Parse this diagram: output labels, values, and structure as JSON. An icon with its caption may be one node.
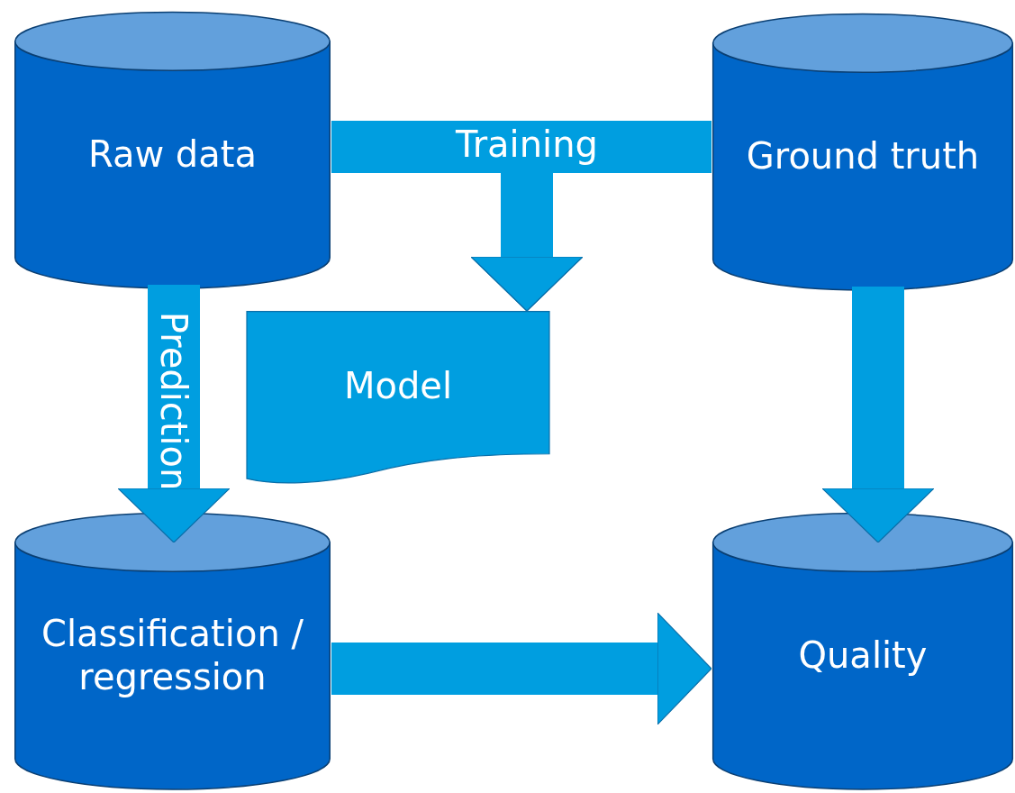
{
  "diagram": {
    "nodes": [
      {
        "text": [
          "Raw data"
        ]
      },
      {
        "text": [
          "Ground truth"
        ]
      },
      {
        "text": [
          "Model"
        ]
      },
      {
        "text": [
          "Classification / regression"
        ]
      },
      {
        "text": [
          "Quality"
        ]
      }
    ],
    "edges": [
      {
        "from": 0,
        "to": 2,
        "arrow": "to",
        "label": "Training"
      },
      {
        "from": 1,
        "to": 2,
        "arrow": "to"
      },
      {
        "from": 0,
        "to": 3,
        "arrow": "to",
        "label": "Prediction"
      },
      {
        "from": 1,
        "to": 4,
        "arrow": "to"
      },
      {
        "from": 3,
        "to": 4,
        "arrow": "to"
      }
    ]
  }
}
